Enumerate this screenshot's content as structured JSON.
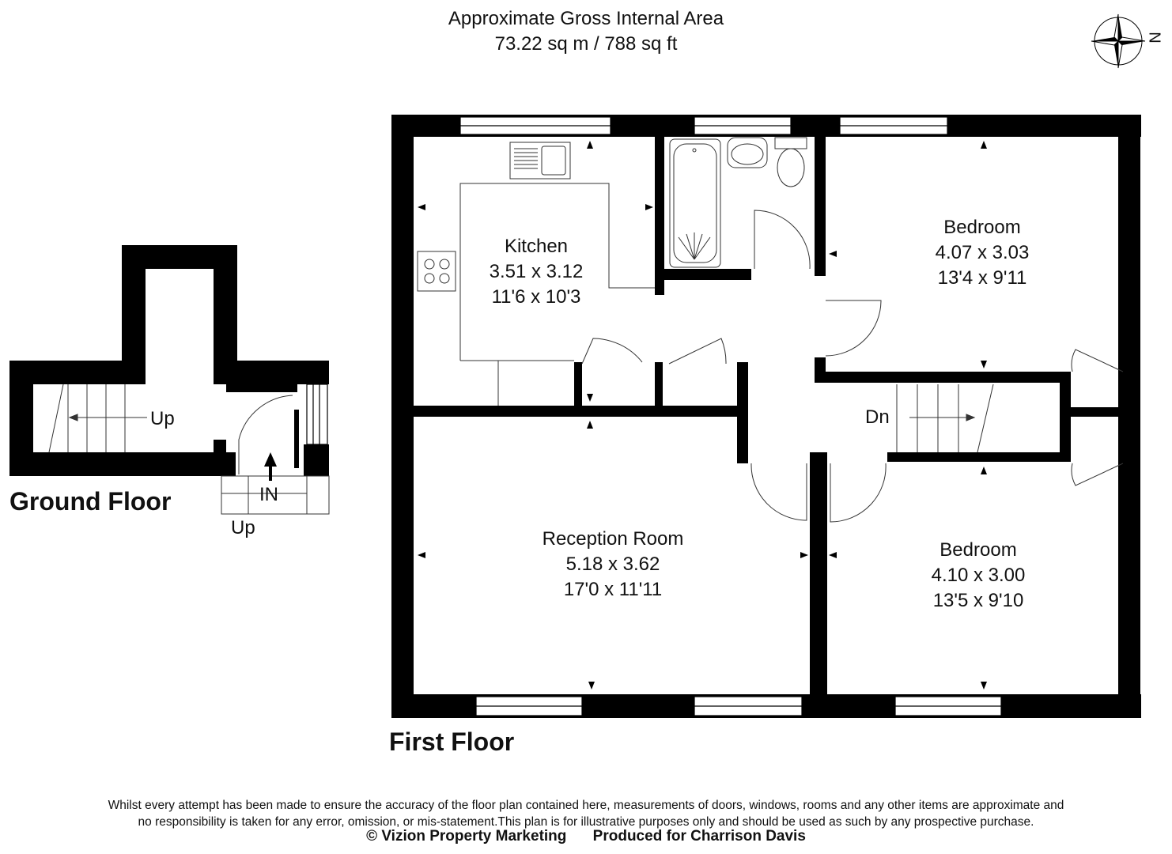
{
  "header": {
    "line1": "Approximate Gross Internal Area",
    "line2": "73.22 sq m / 788 sq ft"
  },
  "compass": {
    "label": "N"
  },
  "ground_floor": {
    "title": "Ground Floor",
    "stairs_up_label": "Up",
    "entrance_label": "IN",
    "steps_up_label": "Up"
  },
  "first_floor": {
    "title": "First Floor",
    "stairs_down_label": "Dn",
    "rooms": [
      {
        "name": "Kitchen",
        "metric": "3.51 x 3.12",
        "imperial": "11'6 x 10'3"
      },
      {
        "name": "Bedroom",
        "metric": "4.07 x 3.03",
        "imperial": "13'4 x 9'11"
      },
      {
        "name": "Reception Room",
        "metric": "5.18 x 3.62",
        "imperial": "17'0 x 11'11"
      },
      {
        "name": "Bedroom",
        "metric": "4.10 x 3.00",
        "imperial": "13'5 x 9'10"
      }
    ]
  },
  "footer": {
    "disclaimer_line1": "Whilst every attempt has been made to ensure the accuracy of the floor plan contained here, measurements of doors, windows, rooms and any other items are approximate and",
    "disclaimer_line2": "no responsibility is taken for any error, omission, or mis-statement.This plan is for illustrative purposes only and should be used as such by any prospective purchase.",
    "copyright": "© Vizion Property Marketing",
    "produced_for": "Produced for Charrison Davis"
  }
}
